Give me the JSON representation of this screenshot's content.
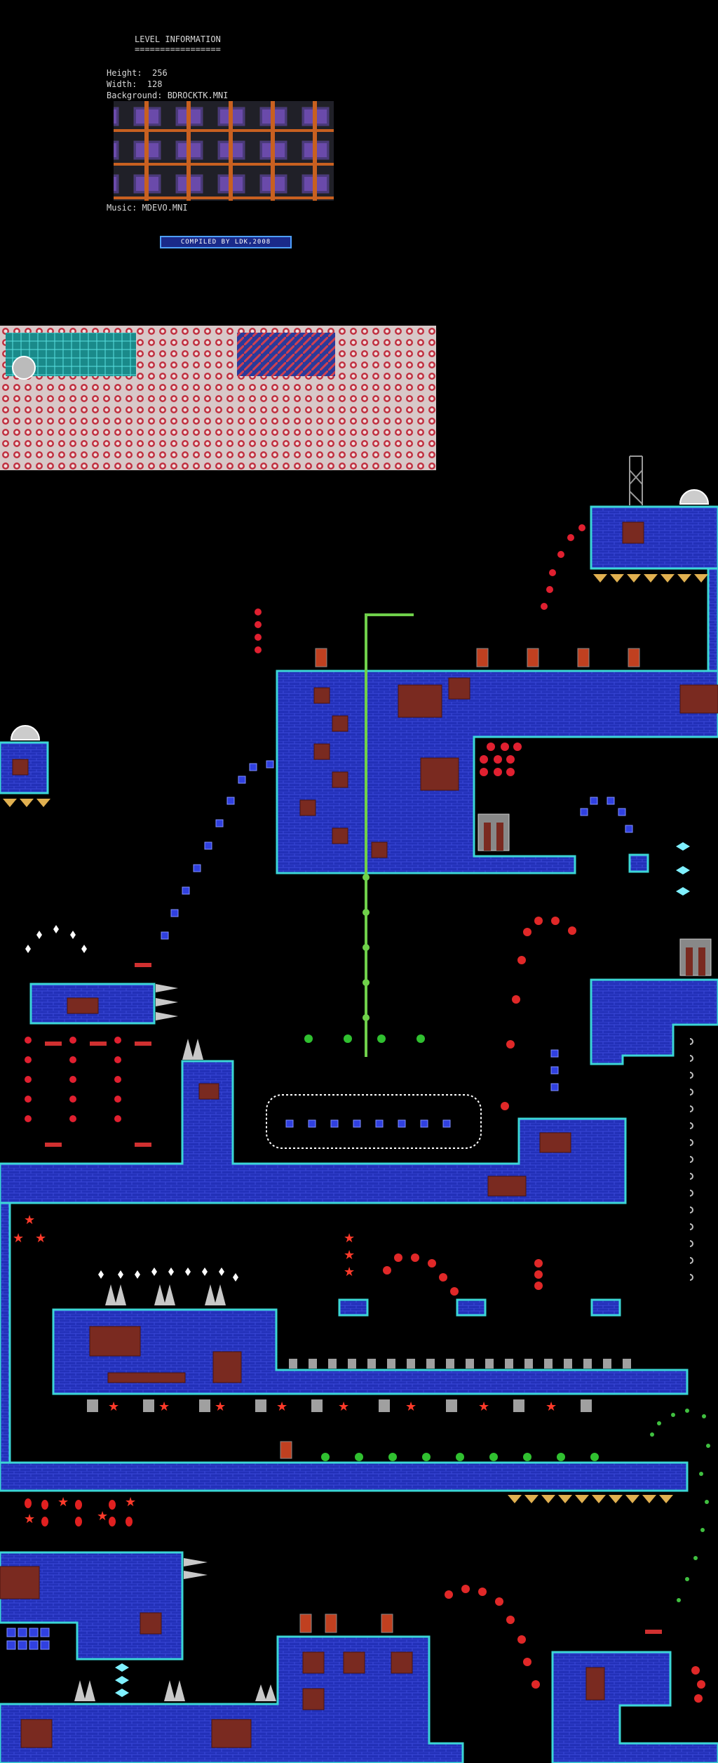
{
  "info": {
    "heading": "LEVEL INFORMATION",
    "underline": "=================",
    "height_line": "Height:  256",
    "width_line": "Width:  128",
    "background_line": "Background: BDROCKTK.MNI",
    "music_line": "Music: MDEVO.MNI",
    "compiled_label": "COMPILED BY LDK,2008"
  },
  "colors": {
    "wall": "#2230b8",
    "wall_edge": "#3bd6d6",
    "crate": "#7a2a20",
    "pole": "#6fd04a",
    "brick_line": "#3a48d8"
  }
}
